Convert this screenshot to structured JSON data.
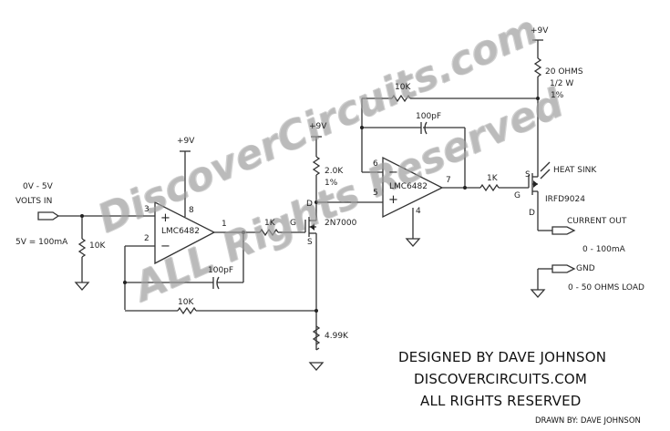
{
  "watermark": {
    "line1": "DiscoverCircuits.com",
    "line2": "ALL Rights Reserved"
  },
  "input": {
    "range_label": "0V - 5V",
    "name_label": "VOLTS IN",
    "scale_label": "5V = 100mA",
    "pulldown_resistor": "10K"
  },
  "opamp1": {
    "part": "LMC6482",
    "supply": "+9V",
    "pin_noninv": "3",
    "pin_inv": "2",
    "pin_out": "1",
    "pin_supply": "8",
    "plus_sign": "+",
    "minus_sign": "−",
    "feedback_cap": "100pF",
    "feedback_resistor": "10K",
    "gate_resistor": "1K"
  },
  "mosfet1": {
    "part": "2N7000",
    "drain": "D",
    "gate": "G",
    "source": "S",
    "supply": "+9V",
    "drain_resistor": "2.0K",
    "drain_resistor_tol": "1%",
    "source_resistor": "4.99K"
  },
  "opamp2": {
    "part": "LMC6482",
    "pin_inv": "6",
    "pin_noninv": "5",
    "pin_out": "7",
    "pin_gnd": "4",
    "plus_sign": "+",
    "minus_sign": "−",
    "feedback_resistor": "10K",
    "feedback_cap": "100pF",
    "gate_resistor": "1K"
  },
  "mosfet2": {
    "part": "IRFD9024",
    "source": "S",
    "gate": "G",
    "drain": "D",
    "heat_sink": "HEAT SINK",
    "supply": "+9V",
    "sense_resistor": "20 OHMS",
    "sense_power": "1/2 W",
    "sense_tol": "1%"
  },
  "output": {
    "current_out": "CURRENT OUT",
    "range": "0 - 100mA",
    "gnd": "GND",
    "load": "0 - 50 OHMS LOAD"
  },
  "credits": {
    "designed_by": "DESIGNED BY DAVE JOHNSON",
    "site": "DISCOVERCIRCUITS.COM",
    "rights": "ALL RIGHTS RESERVED",
    "drawn_by": "DRAWN BY:  DAVE JOHNSON"
  }
}
